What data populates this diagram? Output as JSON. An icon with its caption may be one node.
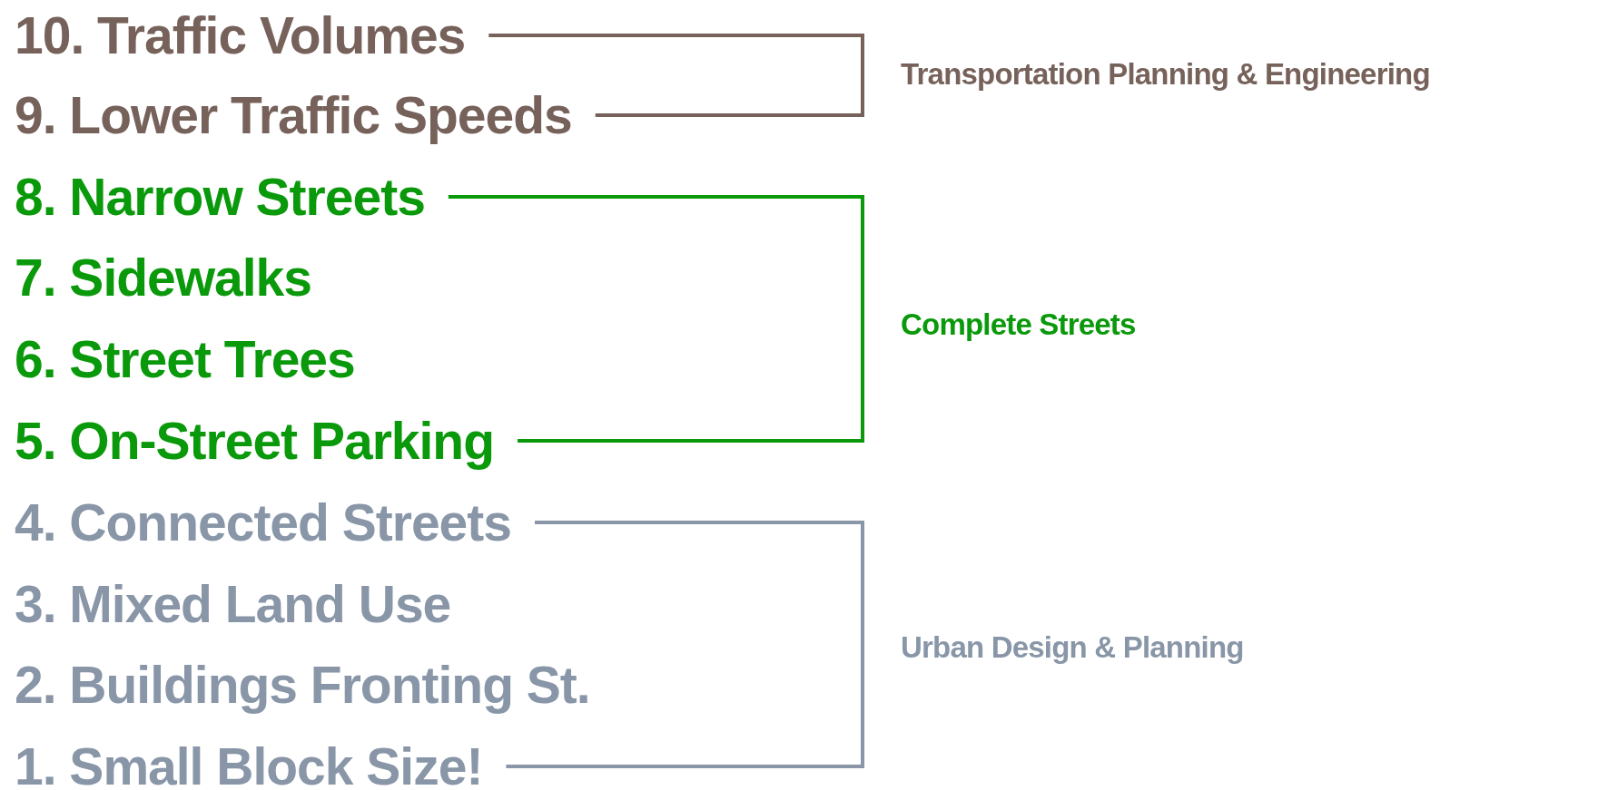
{
  "diagram": {
    "labels": [
      "10. Traffic Volumes",
      "Transportation Planning & Engineering",
      "9. Lower Traffic Speeds",
      "8. Narrow Streets",
      "7. Sidewalks",
      "Complete Streets",
      "6. Street Trees",
      "5. On-Street Parking",
      "4. Connected Streets",
      "3. Mixed Land Use",
      "Urban Design & Planning",
      "2. Buildings Fronting St.",
      "1. Small Block Size!"
    ]
  }
}
